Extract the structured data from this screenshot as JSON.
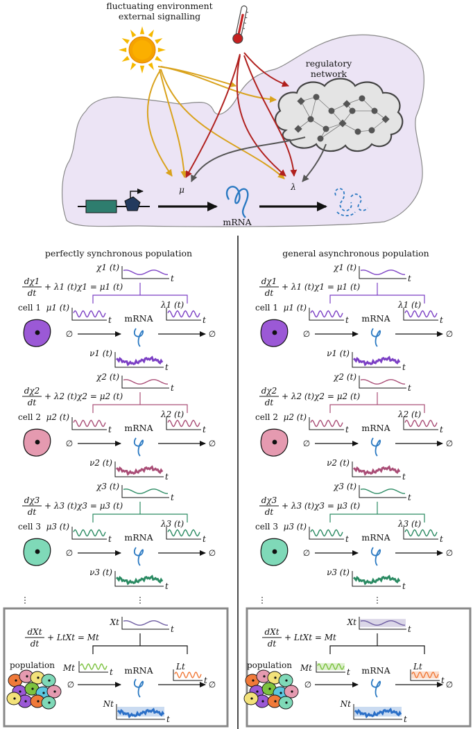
{
  "top": {
    "caption_line1": "fluctuating environment",
    "caption_line2": "external signalling",
    "network_line1": "regulatory",
    "network_line2": "network",
    "mu": "μ",
    "lambda": "λ",
    "mrna": "mRNA"
  },
  "panels": [
    {
      "title": "perfectly synchronous population",
      "cells": [
        {
          "cell_label": "cell 1",
          "chi_label": "χ1 (t)",
          "mu_label": "μ1 (t)",
          "lambda_label": "λ1 (t)",
          "nu_label": "ν1 (t)",
          "ode_num": "dχ1",
          "ode_den": "dt",
          "ode_rest": "+ λ1 (t)χ1 = μ1 (t)",
          "color": "#9b59d6",
          "line_color": "#7b3fc4"
        },
        {
          "cell_label": "cell 2",
          "chi_label": "χ2 (t)",
          "mu_label": "μ2 (t)",
          "lambda_label": "λ2 (t)",
          "nu_label": "ν2 (t)",
          "ode_num": "dχ2",
          "ode_den": "dt",
          "ode_rest": "+ λ2 (t)χ2 = μ2 (t)",
          "color": "#e59ab0",
          "line_color": "#a94d76"
        },
        {
          "cell_label": "cell 3",
          "chi_label": "χ3 (t)",
          "mu_label": "μ3 (t)",
          "lambda_label": "λ3 (t)",
          "nu_label": "ν3 (t)",
          "ode_num": "dχ3",
          "ode_den": "dt",
          "ode_rest": "+ λ3 (t)χ3 = μ3 (t)",
          "color": "#7fd9b8",
          "line_color": "#2a8a62"
        }
      ],
      "population": {
        "label": "population",
        "X_label": "Xt",
        "M_label": "Mt",
        "L_label": "Lt",
        "N_label": "Nt",
        "ode_num": "dXt",
        "ode_den": "dt",
        "ode_rest": "+ LtXt = Mt"
      }
    },
    {
      "title": "general asynchronous population",
      "cells": [
        {
          "cell_label": "cell 1",
          "chi_label": "χ1 (t)",
          "mu_label": "μ1 (t)",
          "lambda_label": "λ1 (t)",
          "nu_label": "ν1 (t)",
          "ode_num": "dχ1",
          "ode_den": "dt",
          "ode_rest": "+ λ1 (t)χ1 = μ1 (t)",
          "color": "#9b59d6",
          "line_color": "#7b3fc4"
        },
        {
          "cell_label": "cell 2",
          "chi_label": "χ2 (t)",
          "mu_label": "μ2 (t)",
          "lambda_label": "λ2 (t)",
          "nu_label": "ν2 (t)",
          "ode_num": "dχ2",
          "ode_den": "dt",
          "ode_rest": "+ λ2 (t)χ2 = μ2 (t)",
          "color": "#e59ab0",
          "line_color": "#a94d76"
        },
        {
          "cell_label": "cell 3",
          "chi_label": "χ3 (t)",
          "mu_label": "μ3 (t)",
          "lambda_label": "λ3 (t)",
          "nu_label": "ν3 (t)",
          "ode_num": "dχ3",
          "ode_den": "dt",
          "ode_rest": "+ λ3 (t)χ3 = μ3 (t)",
          "color": "#7fd9b8",
          "line_color": "#2a8a62"
        }
      ],
      "population": {
        "label": "population",
        "X_label": "Xt",
        "M_label": "Mt",
        "L_label": "Lt",
        "N_label": "Nt",
        "ode_num": "dXt",
        "ode_den": "dt",
        "ode_rest": "+ LtXt = Mt"
      }
    }
  ],
  "common": {
    "t": "t",
    "empty_set": "∅",
    "dots": "⋮"
  },
  "colors": {
    "environment_fill": "#ece4f5",
    "gene_box": "#2e7d6e",
    "promoter": "#233a5e",
    "sun": "#f5a300",
    "signal_yellow": "#d9a21c",
    "signal_red": "#b0201e",
    "signal_grey": "#555555",
    "mrna": "#2a79c2",
    "M_color": "#7cc23f",
    "L_color": "#f07a3a",
    "N_color": "#2a6fc7",
    "X_color": "#6b5aa0"
  }
}
